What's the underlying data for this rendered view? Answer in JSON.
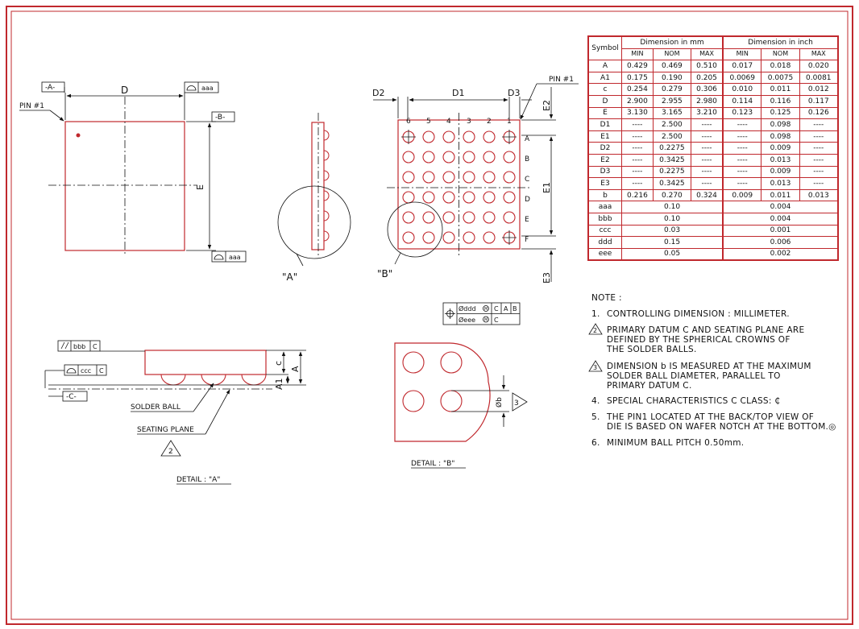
{
  "drawing": {
    "top_view": {
      "datum_a": "-A-",
      "datum_b": "-B-",
      "dim_d": "D",
      "dim_e": "E",
      "pin1_label": "PIN #1",
      "flatness_top": "aaa",
      "flatness_bottom": "aaa"
    },
    "side_view": {
      "detail_label": "\"A\""
    },
    "bottom_view": {
      "pin1_label": "PIN #1",
      "dim_d2": "D2",
      "dim_d1": "D1",
      "dim_d3": "D3",
      "dim_e2": "E2",
      "dim_e1": "E1",
      "dim_e3": "E3",
      "column_numbers": [
        "6",
        "5",
        "4",
        "3",
        "2",
        "1"
      ],
      "row_letters": [
        "A",
        "B",
        "C",
        "D",
        "E",
        "F"
      ],
      "detail_label": "\"B\""
    },
    "detail_a": {
      "parallel_tol": "bbb",
      "parallel_datum": "C",
      "profile_tol": "ccc",
      "profile_datum": "C",
      "datum_c": "-C-",
      "dim_c": "c",
      "dim_a": "A",
      "dim_a1": "A1",
      "solder_ball": "SOLDER BALL",
      "seating_plane": "SEATING PLANE",
      "seating_note_ref": "2",
      "caption": "DETAIL : \"A\""
    },
    "detail_b": {
      "fcf_row1_tol": "Øddd",
      "fcf_row1_mod": "M",
      "fcf_row1_datums": [
        "C",
        "A",
        "B"
      ],
      "fcf_row2_tol": "Øeee",
      "fcf_row2_mod": "M",
      "fcf_row2_datums": [
        "C"
      ],
      "dim_b": "Øb",
      "note_ref": "3",
      "caption": "DETAIL : \"B\""
    }
  },
  "dimension_table": {
    "symbol_header": "Symbol",
    "mm_header": "Dimension in mm",
    "inch_header": "Dimension in inch",
    "subheaders": [
      "MIN",
      "NOM",
      "MAX",
      "MIN",
      "NOM",
      "MAX"
    ],
    "rows": [
      {
        "symbol": "A",
        "values": [
          "0.429",
          "0.469",
          "0.510",
          "0.017",
          "0.018",
          "0.020"
        ]
      },
      {
        "symbol": "A1",
        "values": [
          "0.175",
          "0.190",
          "0.205",
          "0.0069",
          "0.0075",
          "0.0081"
        ]
      },
      {
        "symbol": "c",
        "values": [
          "0.254",
          "0.279",
          "0.306",
          "0.010",
          "0.011",
          "0.012"
        ]
      },
      {
        "symbol": "D",
        "values": [
          "2.900",
          "2.955",
          "2.980",
          "0.114",
          "0.116",
          "0.117"
        ]
      },
      {
        "symbol": "E",
        "values": [
          "3.130",
          "3.165",
          "3.210",
          "0.123",
          "0.125",
          "0.126"
        ]
      },
      {
        "symbol": "D1",
        "values": [
          "----",
          "2.500",
          "----",
          "----",
          "0.098",
          "----"
        ]
      },
      {
        "symbol": "E1",
        "values": [
          "----",
          "2.500",
          "----",
          "----",
          "0.098",
          "----"
        ]
      },
      {
        "symbol": "D2",
        "values": [
          "----",
          "0.2275",
          "----",
          "----",
          "0.009",
          "----"
        ]
      },
      {
        "symbol": "E2",
        "values": [
          "----",
          "0.3425",
          "----",
          "----",
          "0.013",
          "----"
        ]
      },
      {
        "symbol": "D3",
        "values": [
          "----",
          "0.2275",
          "----",
          "----",
          "0.009",
          "----"
        ]
      },
      {
        "symbol": "E3",
        "values": [
          "----",
          "0.3425",
          "----",
          "----",
          "0.013",
          "----"
        ]
      },
      {
        "symbol": "b",
        "values": [
          "0.216",
          "0.270",
          "0.324",
          "0.009",
          "0.011",
          "0.013"
        ]
      }
    ],
    "tolerance_rows": [
      {
        "symbol": "aaa",
        "mm": "0.10",
        "inch": "0.004"
      },
      {
        "symbol": "bbb",
        "mm": "0.10",
        "inch": "0.004"
      },
      {
        "symbol": "ccc",
        "mm": "0.03",
        "inch": "0.001"
      },
      {
        "symbol": "ddd",
        "mm": "0.15",
        "inch": "0.006"
      },
      {
        "symbol": "eee",
        "mm": "0.05",
        "inch": "0.002"
      }
    ]
  },
  "notes": {
    "title": "NOTE :",
    "items": [
      {
        "num": "1.",
        "text": "CONTROLLING DIMENSION : MILLIMETER."
      },
      {
        "num": "2",
        "text": "PRIMARY DATUM C AND SEATING PLANE ARE\nDEFINED BY THE SPHERICAL CROWNS OF\nTHE SOLDER BALLS."
      },
      {
        "num": "3",
        "text": "DIMENSION b IS MEASURED AT THE MAXIMUM\nSOLDER BALL DIAMETER, PARALLEL TO\nPRIMARY DATUM C."
      },
      {
        "num": "4.",
        "text": "SPECIAL CHARACTERISTICS C CLASS: ₵"
      },
      {
        "num": "5.",
        "text": "THE PIN1 LOCATED AT THE BACK/TOP VIEW OF\nDIE IS BASED ON WAFER NOTCH AT THE BOTTOM.◎"
      },
      {
        "num": "6.",
        "text": "MINIMUM BALL PITCH 0.50mm."
      }
    ]
  },
  "colors": {
    "frame": "#c0282d",
    "ink": "#111111"
  }
}
